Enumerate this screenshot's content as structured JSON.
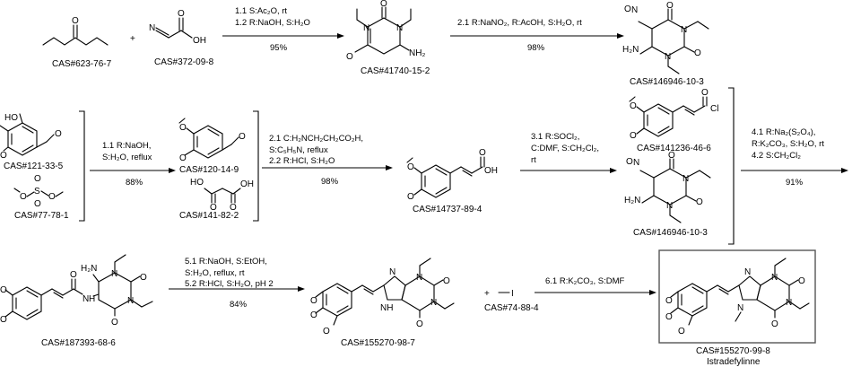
{
  "cas": {
    "diethylurea": "CAS#623-76-7",
    "cyanoacetic": "CAS#372-09-8",
    "aminouracil": "CAS#41740-15-2",
    "nitroso1": "CAS#146946-10-3",
    "vanillin": "CAS#121-33-5",
    "dms": "CAS#77-78-1",
    "veratraldehyde": "CAS#120-14-9",
    "malonic": "CAS#141-82-2",
    "ferulic": "CAS#14737-89-4",
    "acylchloride": "CAS#141236-46-6",
    "nitroso2": "CAS#146946-10-3",
    "amide": "CAS#187393-68-6",
    "xanthine": "CAS#155270-98-7",
    "mei": "CAS#74-88-4",
    "product": "CAS#155270-99-8",
    "product_name": "Istradefylinne"
  },
  "steps": {
    "s1": {
      "c1": "1.1  S:Ac₂O, rt",
      "c2": "1.2  R:NaOH, S:H₂O",
      "yield": "95%"
    },
    "s2": {
      "c1": "2.1  R:NaNO₂, R:AcOH, S:H₂O, rt",
      "yield": "98%"
    },
    "s3": {
      "c1": "1.1  R:NaOH,",
      "c2": "S:H₂O, reflux",
      "yield": "88%"
    },
    "s4": {
      "c1": "2.1  C:H₂NCH₂CH₂CO₂H,",
      "c2": "S:C₅H₅N, reflux",
      "c3": "2.2  R:HCl, S:H₂O",
      "yield": "98%"
    },
    "s5": {
      "c1": "3.1  R:SOCl₂,",
      "c2": "C:DMF, S:CH₂Cl₂,",
      "c3": "rt"
    },
    "s6": {
      "c1": "4.1  R:Na₂(S₂O₄),",
      "c2": "R:K₂CO₃, S:H₂O, rt",
      "c3": "4.2  S:CH₂Cl₂",
      "yield": "91%"
    },
    "s7": {
      "c1": "5.1  R:NaOH, S:EtOH,",
      "c2": "S:H₂O, reflux, rt",
      "c3": "5.2  R:HCl, S:H₂O, pH 2",
      "yield": "84%"
    },
    "s8": {
      "c1": "6.1  R:K₂CO₃, S:DMF"
    }
  },
  "atoms": {
    "O": "O",
    "N": "N",
    "H": "H",
    "NH": "NH",
    "OH": "OH",
    "HO": "HO",
    "NH2": "NH₂",
    "H2N": "H₂N",
    "NC": "N",
    "Cl": "Cl",
    "S": "S",
    "I": "I"
  },
  "symbols": {
    "plus": "+"
  }
}
